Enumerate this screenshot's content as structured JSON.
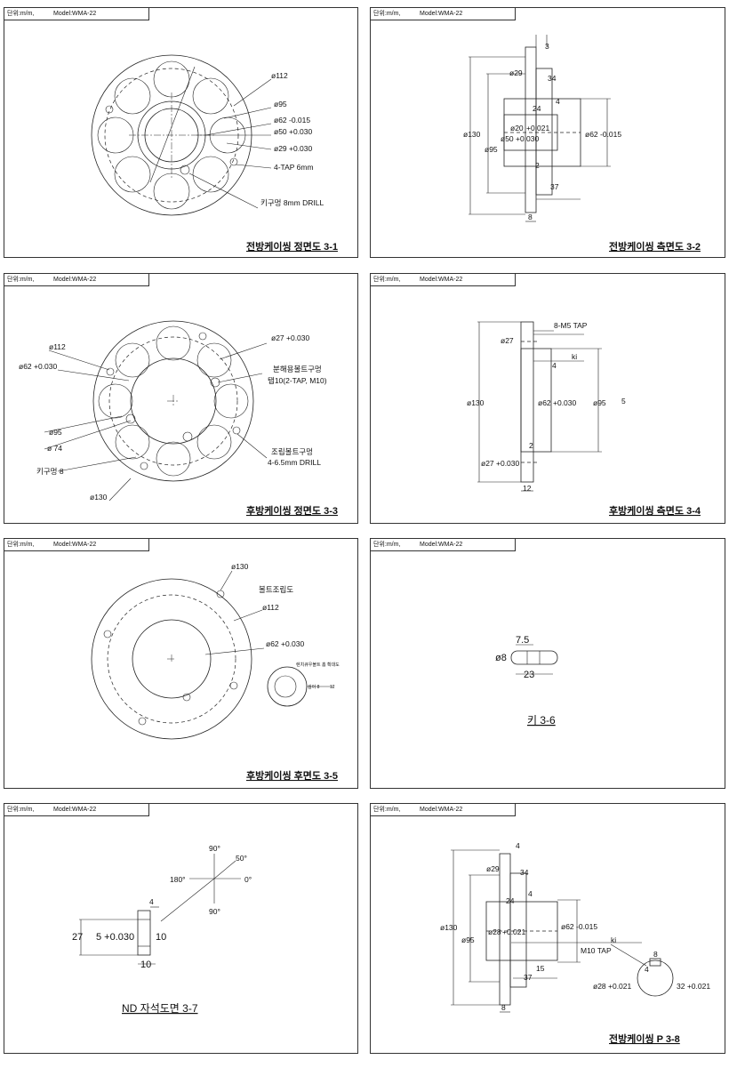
{
  "header": {
    "unit": "단위:m/m,",
    "model": "Model:WMA-22"
  },
  "s1": {
    "title": "전방케이씽 정면도 3-1",
    "labels": [
      "ø112",
      "ø95",
      "ø62 -0.015",
      "ø50 +0.030",
      "ø29 +0.030",
      "4-TAP 6mm",
      "키구멍 8mm DRILL"
    ]
  },
  "s2": {
    "title": "전방케이씽 측면도 3-2",
    "labels": [
      "3",
      "ø29",
      "34",
      "4",
      "24",
      "ø20",
      "+0.021",
      "ø130",
      "ø50 +0.030",
      "ø95",
      "2",
      "37",
      "8",
      "ø62 -0.015"
    ]
  },
  "s3": {
    "title": "후방케이씽 정면도 3-3",
    "labels": [
      "ø112",
      "ø27 +0.030",
      "ø62 +0.030",
      "분해용볼트구멍",
      "탭10(2-TAP, M10)",
      "ø95",
      "ø 74",
      "조립볼트구멍",
      "4-6.5mm DRILL",
      "키구멍 8",
      "ø130"
    ]
  },
  "s4": {
    "title": "후방케이씽 측면도 3-4",
    "labels": [
      "8-M5 TAP",
      "ø27",
      "ki",
      "4",
      "ø130",
      "ø62 +0.030",
      "ø95",
      "5",
      "2",
      "ø27 +0.030",
      "12"
    ]
  },
  "s5": {
    "title": "후방케이씽 후면도 3-5",
    "labels": [
      "ø130",
      "볼트조립도",
      "ø112",
      "ø62 +0.030",
      "렌치큐우볼트 홈 확대도",
      "깊이 8",
      "12"
    ]
  },
  "s6": {
    "title": "키 3-6",
    "labels": [
      "7.5",
      "ø8",
      "23"
    ]
  },
  "s7": {
    "title": "ND 자석도면 3-7",
    "labels": [
      "90°",
      "50°",
      "180°",
      "0°",
      "90°",
      "4",
      "27",
      "5 +0.030",
      "10",
      "10"
    ]
  },
  "s8": {
    "title": "전방케이씽 P 3-8",
    "labels": [
      "4",
      "ø29",
      "34",
      "4",
      "24",
      "ø130",
      "ø95",
      "ø28",
      "+0.021",
      "ø62 -0.015",
      "ki",
      "M10 TAP",
      "15",
      "37",
      "8",
      "4",
      "8",
      "ø28 +0.021",
      "32 +0.021"
    ]
  }
}
